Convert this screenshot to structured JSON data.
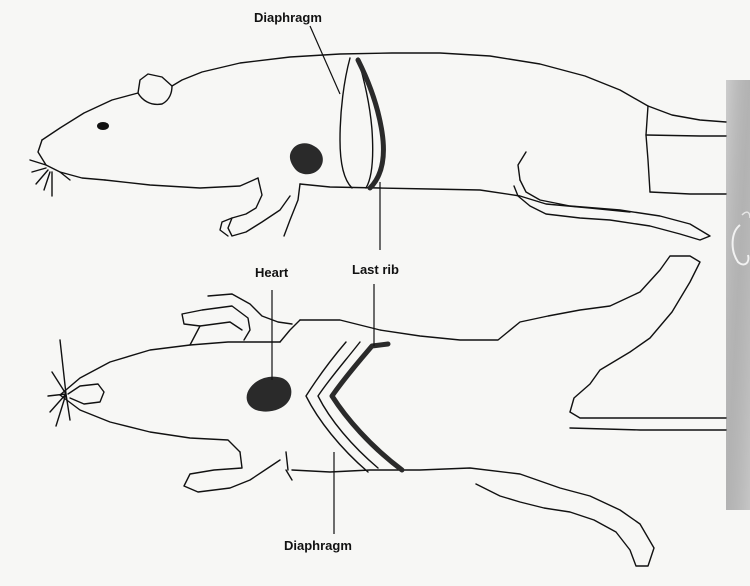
{
  "labels": {
    "diaphragm_top": "Diaphragm",
    "heart": "Heart",
    "last_rib": "Last rib",
    "diaphragm_bottom": "Diaphragm"
  },
  "colors": {
    "background": "#f7f7f5",
    "line": "#111111",
    "organ_fill": "#2a2a2a",
    "photo_fill": "#bdbdbd"
  },
  "icons": [
    "rat-lateral-view-drawing",
    "rat-ventral-view-drawing",
    "heart-shape",
    "diaphragm-line",
    "last-rib-line",
    "rat-photo-fragment"
  ]
}
